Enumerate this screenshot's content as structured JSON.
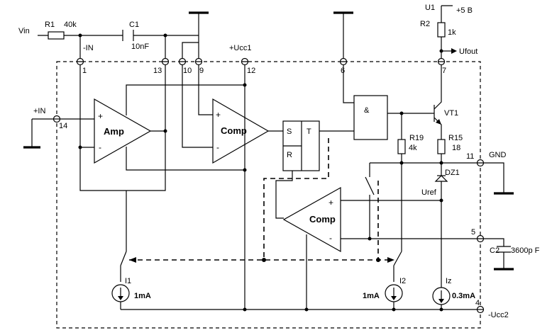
{
  "labels": {
    "vin": "Vin",
    "r1": "R1",
    "r1_val": "40k",
    "c1": "C1",
    "c1_val": "10nF",
    "minus_in": "-IN",
    "plus_in": "+IN",
    "plus_ucc1": "+Ucc1",
    "u1": "U1",
    "plus5": "+5 B",
    "r2": "R2",
    "r2_val": "1k",
    "ufout": "Ufout",
    "vt1": "VT1",
    "r19": "R19",
    "r19_val": "4k",
    "r15": "R15",
    "r15_val": "18",
    "gnd": "GND",
    "dz1": "DZ1",
    "uref": "Uref",
    "c2": "C2",
    "c2_val": "3600p F",
    "i1": "I1",
    "i1_val": "1mA",
    "i2": "I2",
    "i2_val": "1mA",
    "iz": "Iz",
    "iz_val": "0.3mA",
    "minus_ucc2": "-Ucc2",
    "amp": "Amp",
    "comp1": "Comp",
    "comp2": "Comp",
    "and_sym": "&",
    "ff_s": "S",
    "ff_t": "T",
    "ff_r": "R",
    "plus": "+",
    "minus": "-"
  },
  "pins": [
    "1",
    "13",
    "10",
    "9",
    "12",
    "6",
    "7",
    "14",
    "11",
    "5",
    "4"
  ]
}
